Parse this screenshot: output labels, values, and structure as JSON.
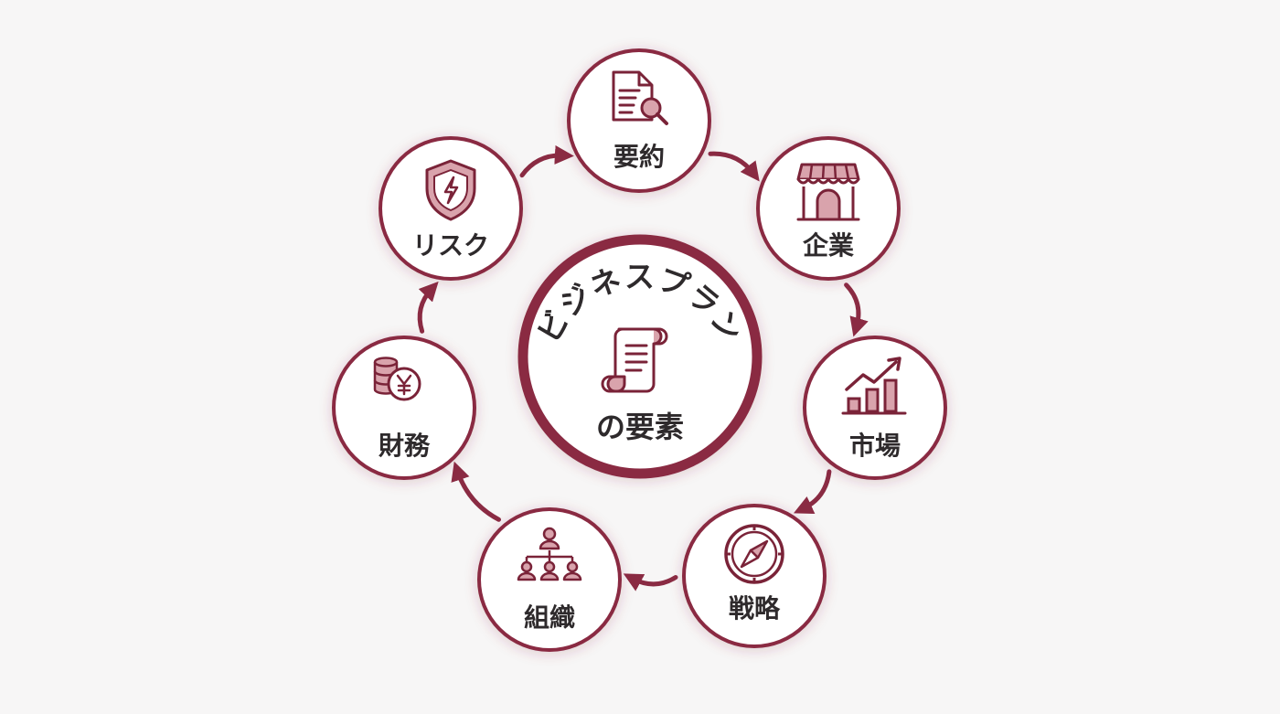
{
  "colors": {
    "accent": "#8a2b43",
    "accent_dark": "#7a2338",
    "icon_fill": "#d9a3ac",
    "node_fill": "#ffffff",
    "text": "#2e2a2c",
    "background": "#f7f6f6"
  },
  "center": {
    "title_arc": "ビジネスプラン",
    "subtitle": "の要素",
    "icon": "scroll-icon"
  },
  "nodes": [
    {
      "id": "summary",
      "label": "要約",
      "icon": "document-search-icon"
    },
    {
      "id": "company",
      "label": "企業",
      "icon": "storefront-icon"
    },
    {
      "id": "market",
      "label": "市場",
      "icon": "growth-chart-icon"
    },
    {
      "id": "strategy",
      "label": "戦略",
      "icon": "compass-icon"
    },
    {
      "id": "organization",
      "label": "組織",
      "icon": "org-chart-icon"
    },
    {
      "id": "finance",
      "label": "財務",
      "icon": "yen-coins-icon"
    },
    {
      "id": "risk",
      "label": "リスク",
      "icon": "shield-bolt-icon"
    }
  ],
  "flow": [
    [
      "summary",
      "company"
    ],
    [
      "company",
      "market"
    ],
    [
      "market",
      "strategy"
    ],
    [
      "strategy",
      "organization"
    ],
    [
      "organization",
      "finance"
    ],
    [
      "finance",
      "risk"
    ],
    [
      "risk",
      "summary"
    ]
  ]
}
